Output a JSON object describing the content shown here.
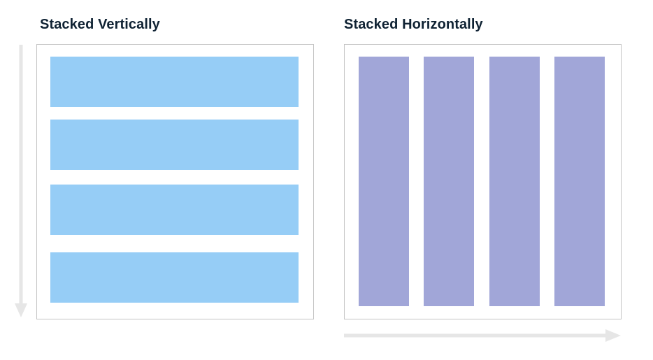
{
  "vertical": {
    "title": "Stacked Vertically",
    "bars": 4,
    "bar_color": "#96cdf6"
  },
  "horizontal": {
    "title": "Stacked Horizontally",
    "bars": 4,
    "bar_color": "#a1a6d8"
  },
  "arrow_color": "#e6e6e6",
  "frame_border_color": "#c4c4c4"
}
